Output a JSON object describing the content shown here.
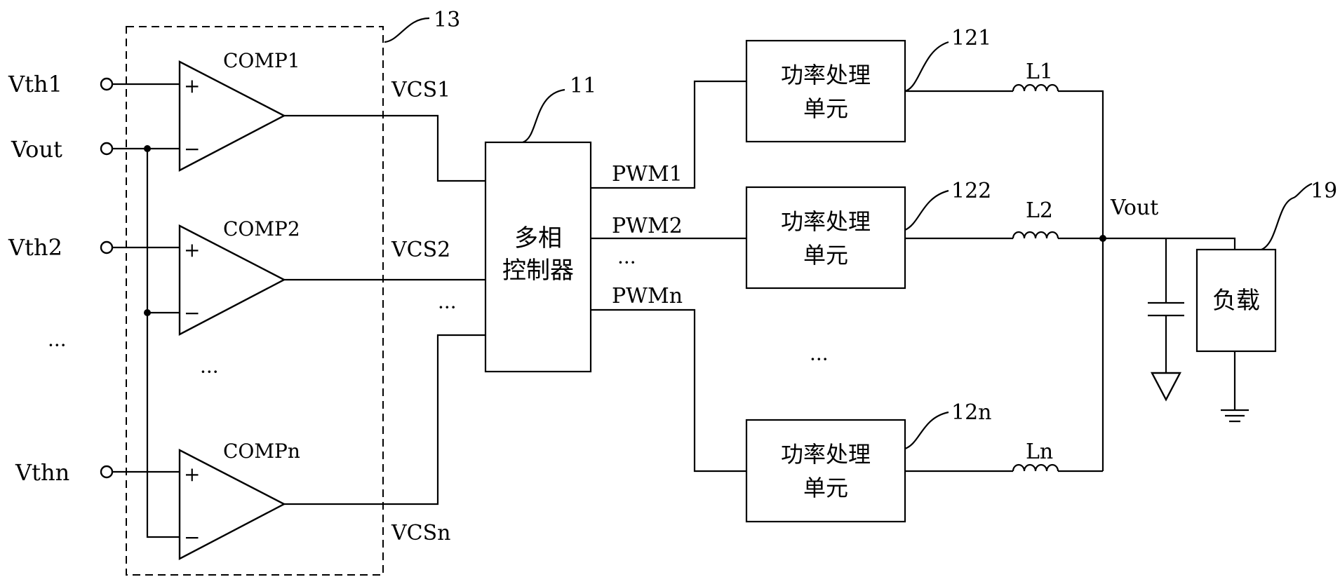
{
  "inputs": {
    "vth1": "Vth1",
    "vout": "Vout",
    "vth2": "Vth2",
    "vthn": "Vthn",
    "ellipsis": "···"
  },
  "comparator_block": {
    "ref": "13",
    "comparators": [
      "COMP1",
      "COMP2",
      "COMPn"
    ],
    "plus": "+",
    "minus": "−",
    "ellipsis": "···"
  },
  "signals": {
    "vcs": [
      "VCS1",
      "VCS2",
      "VCSn"
    ],
    "vcs_ellipsis": "···",
    "pwm": [
      "PWM1",
      "PWM2",
      "PWMn"
    ],
    "pwm_ellipsis": "···"
  },
  "controller": {
    "ref": "11",
    "lines": [
      "多相",
      "控制器"
    ]
  },
  "power_units": {
    "refs": [
      "121",
      "122",
      "12n"
    ],
    "line1": "功率处理",
    "line2": "单元",
    "ellipsis": "···"
  },
  "inductors": [
    "L1",
    "L2",
    "Ln"
  ],
  "output": {
    "vout": "Vout",
    "load_ref": "19",
    "load_label": "负载"
  }
}
